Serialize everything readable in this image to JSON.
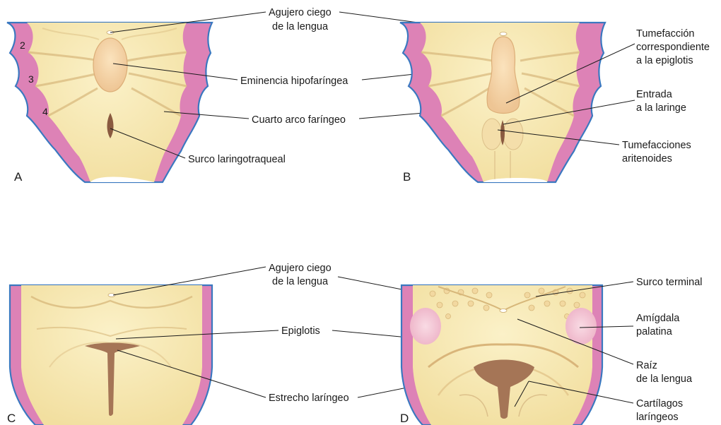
{
  "panels": {
    "a": {
      "letter": "A",
      "arch_numbers": [
        "2",
        "3",
        "4"
      ],
      "labels": {
        "foramen_1": "Agujero ciego",
        "foramen_2": "de la lengua",
        "hypobranchial": "Eminencia hipofaríngea",
        "fourth_arch": "Cuarto arco faríngeo",
        "groove": "Surco laringotraqueal"
      }
    },
    "b": {
      "letter": "B",
      "labels": {
        "epiglottal_1": "Tumefacción",
        "epiglottal_2": "correspondiente",
        "epiglottal_3": "a la epiglotis",
        "entrance_1": "Entrada",
        "entrance_2": "a la laringe",
        "arytenoid_1": "Tumefacciones",
        "arytenoid_2": "aritenoides"
      }
    },
    "c": {
      "letter": "C",
      "labels": {
        "foramen_1": "Agujero ciego",
        "foramen_2": "de la lengua",
        "epiglottis": "Epiglotis",
        "orifice": "Estrecho laríngeo"
      }
    },
    "d": {
      "letter": "D",
      "labels": {
        "sulcus": "Surco terminal",
        "tonsil_1": "Amígdala",
        "tonsil_2": "palatina",
        "root_1": "Raíz",
        "root_2": "de la lengua",
        "cartilage_1": "Cartílagos",
        "cartilage_2": "laríngeos"
      }
    }
  },
  "colors": {
    "pink": "#dd82b6",
    "blue_outline": "#3a78c0",
    "tissue": "#f8e9b4",
    "swelling": "#f5d6a5",
    "brown": "#9c6f55",
    "tonsil": "#f3c4d4"
  }
}
